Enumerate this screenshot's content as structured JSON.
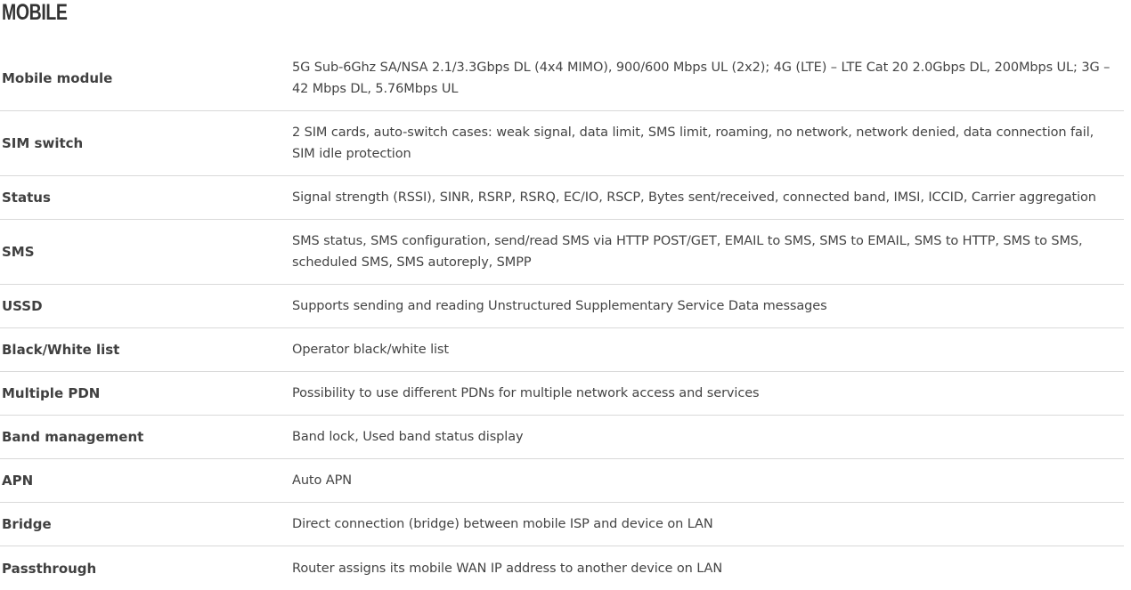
{
  "section": {
    "title": "MOBILE"
  },
  "rows": [
    {
      "label": "Mobile module",
      "value": "5G Sub-6Ghz SA/NSA 2.1/3.3Gbps DL (4x4 MIMO), 900/600 Mbps UL (2x2); 4G (LTE) – LTE Cat 20 2.0Gbps DL, 200Mbps UL; 3G – 42 Mbps DL, 5.76Mbps UL"
    },
    {
      "label": "SIM switch",
      "value": "2 SIM cards, auto-switch cases: weak signal, data limit, SMS limit, roaming, no network, network denied, data connection fail, SIM idle protection"
    },
    {
      "label": "Status",
      "value": "Signal strength (RSSI), SINR, RSRP, RSRQ, EC/IO, RSCP, Bytes sent/received, connected band, IMSI, ICCID, Carrier aggregation"
    },
    {
      "label": "SMS",
      "value": "SMS status, SMS configuration, send/read SMS via HTTP POST/GET, EMAIL to SMS, SMS to EMAIL, SMS to HTTP, SMS to SMS, scheduled SMS, SMS autoreply, SMPP"
    },
    {
      "label": "USSD",
      "value": "Supports sending and reading Unstructured Supplementary Service Data messages"
    },
    {
      "label": "Black/White list",
      "value": "Operator black/white list"
    },
    {
      "label": "Multiple PDN",
      "value": "Possibility to use different PDNs for multiple network access and services"
    },
    {
      "label": "Band management",
      "value": "Band lock, Used band status display"
    },
    {
      "label": "APN",
      "value": "Auto APN"
    },
    {
      "label": "Bridge",
      "value": "Direct connection (bridge) between mobile ISP and device on LAN"
    },
    {
      "label": "Passthrough",
      "value": "Router assigns its mobile WAN IP address to another device on LAN"
    }
  ]
}
